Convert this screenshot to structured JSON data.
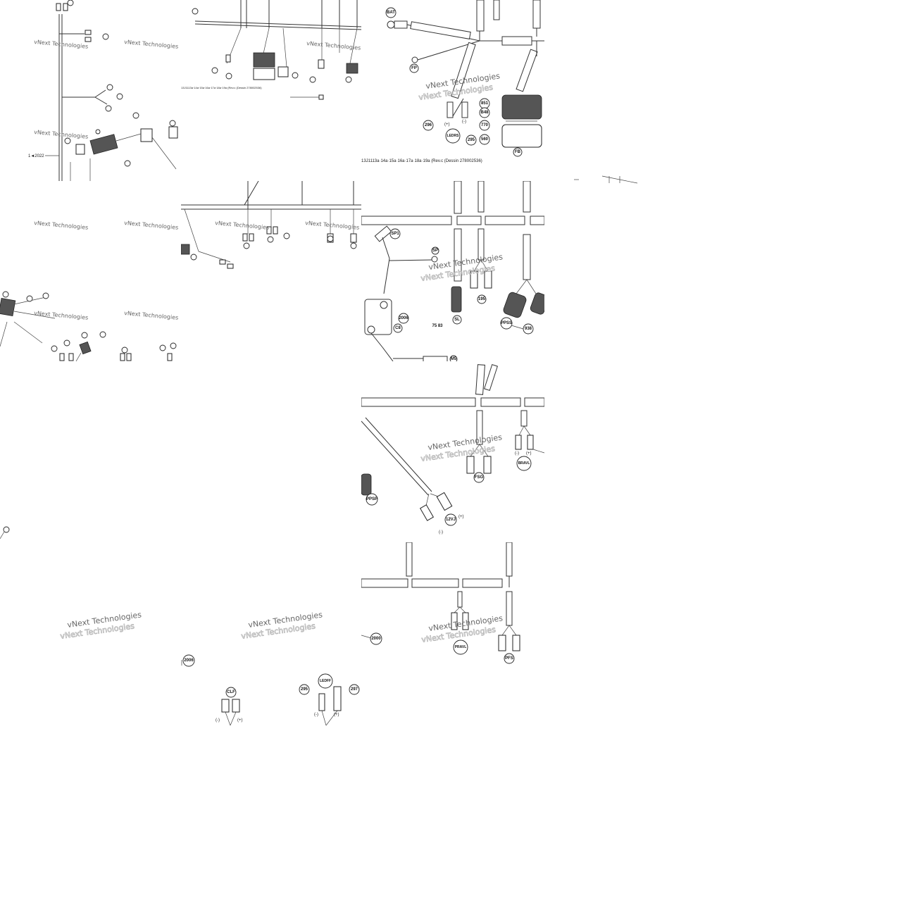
{
  "tiles": {
    "main_caption": "13J1113a·14a·15a·16a·17a·18a·19a (Rev.c (Dessin 278002536)",
    "left_caption": "1◄2022",
    "watermark": "vNext Technologies",
    "top_right_labels": {
      "bat": "BAT",
      "fp": "FP",
      "w851": "851",
      "b48": "B48",
      "w770": "770",
      "w560": "560",
      "fb": "FB",
      "w296": "296",
      "w295": "295",
      "ledrs": "LEDRS",
      "plus": "(+)",
      "minus": "(-)"
    },
    "mid_right_labels": {
      "sp1": "SP1",
      "sp": "SP",
      "w2006": "2006",
      "c8": "C8",
      "sl": "SL",
      "w7583": "75 83",
      "w195": "195",
      "ppss": "PPSS",
      "w938": "938",
      "m5": "M5"
    },
    "lower_right_labels": {
      "fsg": "FSG",
      "bravl": "BRAVL",
      "ppsp": "PPSP",
      "w12vj": "12VJ",
      "plus": "(+)",
      "minus": "(-)",
      "minus2": "(-)",
      "plus2": "(+)"
    },
    "bottom_right_labels": {
      "w2000": "2000",
      "pravl": "PRAVL",
      "pfs": "PFS"
    },
    "bottom_mid_labels": {
      "w2006": "2006",
      "clf": "CLF",
      "ledff": "LEDFF",
      "w295": "295",
      "w297": "297",
      "minus": "(-)",
      "plus": "(+)",
      "minus2": "(-)",
      "plus2": "(+)"
    }
  }
}
